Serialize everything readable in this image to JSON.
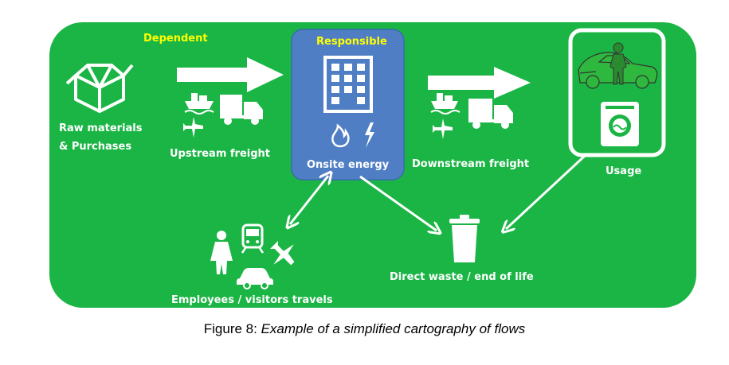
{
  "diagram": {
    "labels": {
      "dependent": "Dependent",
      "responsible": "Responsible",
      "raw_materials_line1": "Raw materials",
      "raw_materials_line2": "& Purchases",
      "upstream_freight": "Upstream freight",
      "onsite_energy": "Onsite energy",
      "downstream_freight": "Downstream freight",
      "usage": "Usage",
      "direct_waste": "Direct waste / end of life",
      "employees_travels": "Employees / visitors travels"
    },
    "colors": {
      "background": "#1ab544",
      "responsible_box": "#4f7ec4",
      "highlight_text": "#ffff00",
      "line": "#ffffff"
    },
    "icons": [
      "box-icon",
      "ship-icon",
      "truck-icon",
      "plane-icon",
      "building-icon",
      "flame-icon",
      "lightning-icon",
      "car-icon",
      "washing-machine-icon",
      "trash-icon",
      "person-icon",
      "train-icon"
    ]
  },
  "caption": {
    "prefix": "Figure 8: ",
    "title": "Example of a simplified cartography of flows"
  }
}
